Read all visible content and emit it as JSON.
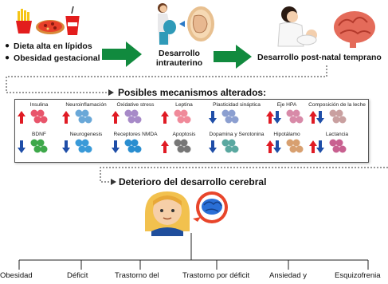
{
  "stage1": {
    "risk_factors": [
      "Dieta alta en lípidos",
      "Obesidad gestacional"
    ]
  },
  "stage2": {
    "label_line1": "Desarrollo",
    "label_line2": "intrauterino"
  },
  "stage3": {
    "label": "Desarrollo post-natal temprano"
  },
  "mechanisms": {
    "title": "Posibles mecanismos alterados:",
    "items": [
      {
        "label": "Insulina",
        "direction": "up",
        "color": "#e8556b"
      },
      {
        "label": "Neuroinflamación",
        "direction": "up",
        "color": "#6aa8d8"
      },
      {
        "label": "Oxidative stress",
        "direction": "up",
        "color": "#a78ac8"
      },
      {
        "label": "Leptina",
        "direction": "up",
        "color": "#f08a9a"
      },
      {
        "label": "Plasticidad sináptica",
        "direction": "down",
        "color": "#8c9fd0"
      },
      {
        "label": "Eje HPA",
        "direction": "updown",
        "color": "#d88aa8"
      },
      {
        "label": "Composición de la leche",
        "direction": "updown",
        "color": "#c9a0a0"
      },
      {
        "label": "BDNF",
        "direction": "down",
        "color": "#3ea84a"
      },
      {
        "label": "Neurogenesis",
        "direction": "down",
        "color": "#3a9ad8"
      },
      {
        "label": "Receptores NMDA",
        "direction": "down",
        "color": "#2a8ed0"
      },
      {
        "label": "Apoptosis",
        "direction": "up",
        "color": "#777777"
      },
      {
        "label": "Dopamina y Serotonina",
        "direction": "down",
        "color": "#5aa8a0"
      },
      {
        "label": "Hipotálamo",
        "direction": "updown",
        "color": "#d8a070"
      },
      {
        "label": "Lactancia",
        "direction": "updown",
        "color": "#c86090"
      }
    ]
  },
  "outcome": {
    "title": "Deterioro del desarrollo cerebral",
    "effects": [
      "Obesidad",
      "Déficit",
      "Trastorno del",
      "Trastorno por déficit",
      "Ansiedad y",
      "Esquizofrenia"
    ]
  },
  "colors": {
    "arrow_green": "#118a3e",
    "up_arrow": "#e01b24",
    "down_arrow": "#1f4ea8",
    "brain": "#2a6fd6",
    "brain_halo": "#e8452a"
  }
}
